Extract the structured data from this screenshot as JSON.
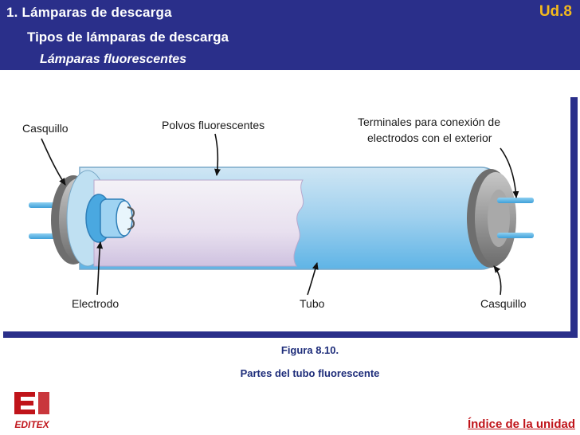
{
  "header": {
    "title": "1.  Lámparas de descarga",
    "subtitle": "Tipos de lámparas de descarga",
    "section": "Lámparas fluorescentes",
    "unit": "Ud.8"
  },
  "figure": {
    "labels": {
      "casquillo_left": "Casquillo",
      "polvos": "Polvos fluorescentes",
      "terminales_line1": "Terminales para conexión de",
      "terminales_line2": "electrodos con el exterior",
      "electrodo": "Electrodo",
      "tubo": "Tubo",
      "casquillo_right": "Casquillo"
    },
    "caption_number": "Figura 8.10.",
    "caption_text": "Partes del tubo fluorescente"
  },
  "logo": {
    "text": "EDITEX"
  },
  "footer": {
    "index_link": "Índice de la unidad"
  },
  "colors": {
    "header_bg": "#2a2f8a",
    "unit": "#f2b91e",
    "caption": "#1e2d7a",
    "link": "#c0141a",
    "logo": "#c0141a"
  }
}
